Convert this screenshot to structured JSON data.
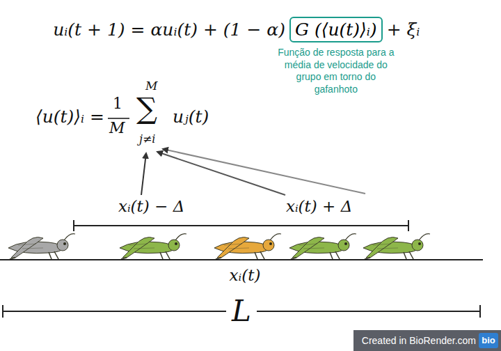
{
  "diagram": {
    "nodes": [
      {
        "text": [
          "G (⟨u(t)⟩ᵢ)"
        ]
      }
    ],
    "labels": [
      "uᵢ(t + 1) = αuᵢ(t) + (1 − α)",
      "+ ξᵢ",
      "Função de resposta para a média de velocidade do grupo em torno do gafanhoto",
      "⟨u(t)⟩ᵢ =",
      "1",
      "M",
      "M",
      "∑",
      "j≠i",
      "uⱼ(t)",
      "xᵢ(t) − Δ",
      "xᵢ(t) + Δ",
      "xᵢ(t)",
      "L",
      "Created in BioRender.com",
      "bio"
    ]
  }
}
